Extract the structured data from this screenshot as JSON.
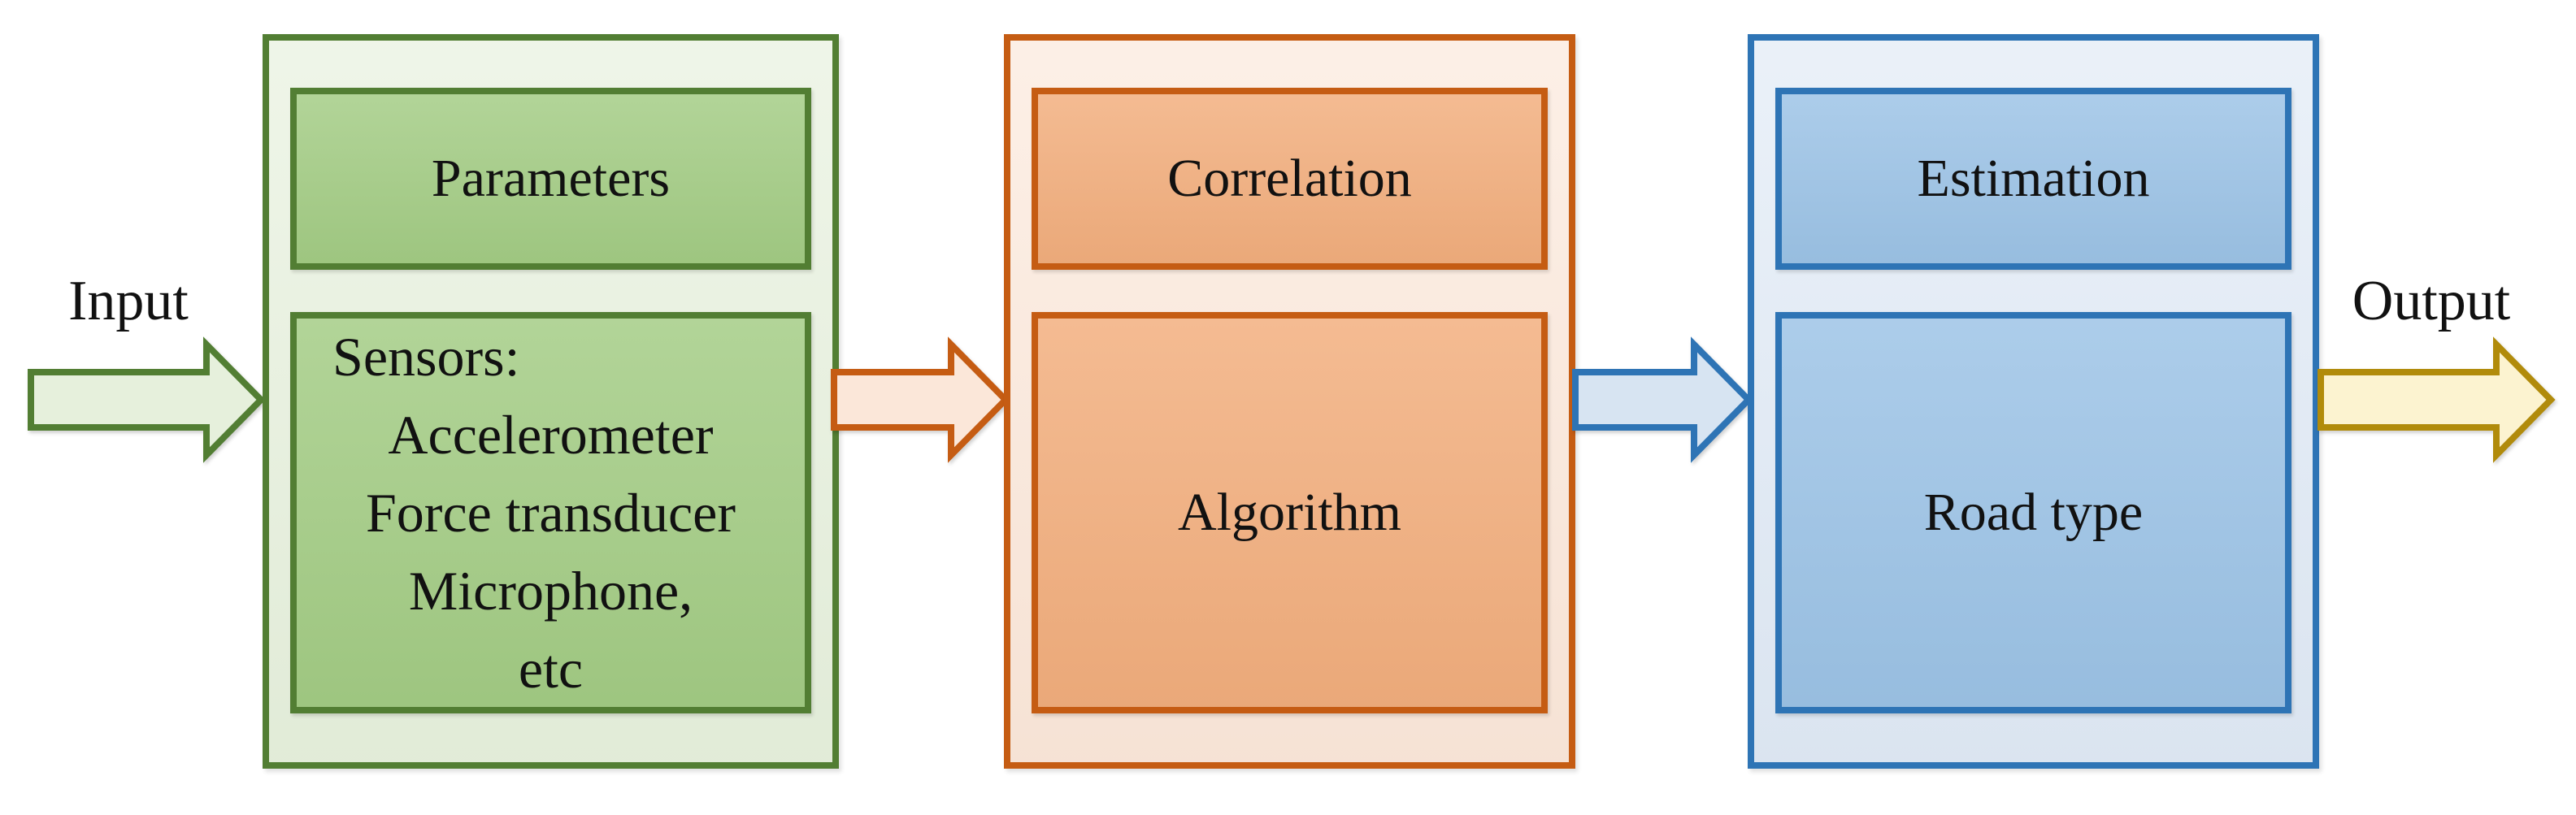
{
  "labels": {
    "input": "Input",
    "output": "Output"
  },
  "blocks": [
    {
      "name": "sensing",
      "top_label": "Parameters",
      "bottom_lines": [
        "Sensors:",
        "Accelerometer",
        "Force transducer",
        "Microphone,",
        "etc"
      ]
    },
    {
      "name": "processing",
      "top_label": "Correlation",
      "bottom_label": "Algorithm"
    },
    {
      "name": "estimation",
      "top_label": "Estimation",
      "bottom_label": "Road type"
    }
  ],
  "theme": {
    "green-border": "#527e33",
    "green-fill": "#a3cc84",
    "green-pale": "#e6f0dc",
    "orange-border": "#c55c13",
    "orange-fill": "#f2ae7d",
    "orange-pale": "#fbe7d9",
    "blue-border": "#2e74b5",
    "blue-fill": "#9cc3e6",
    "blue-pale": "#dfe9f5",
    "arrow-blue-pale": "#d7e4f2",
    "gold-border": "#b18b0b",
    "gold-pale": "#fcf3d0",
    "text": "#111111",
    "background": "#ffffff"
  }
}
